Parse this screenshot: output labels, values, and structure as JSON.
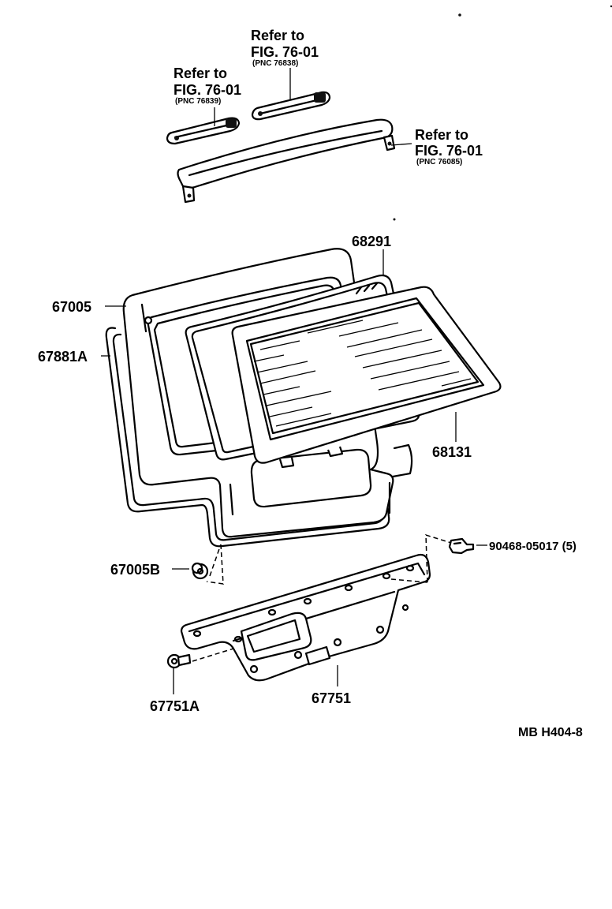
{
  "parts": {
    "p68291": "68291",
    "p67005": "67005",
    "p67881A": "67881A",
    "p68131": "68131",
    "p67005B": "67005B",
    "p90468": "90468-05017 (5)",
    "p67751A": "67751A",
    "p67751": "67751"
  },
  "refs": [
    {
      "line1": "Refer to",
      "line2": "FIG. 76-01",
      "pnc": "(PNC 76838)"
    },
    {
      "line1": "Refer to",
      "line2": "FIG. 76-01",
      "pnc": "(PNC 76839)"
    },
    {
      "line1": "Refer to",
      "line2": "FIG. 76-01",
      "pnc": "(PNC 76085)"
    }
  ],
  "diagram_code": "MB H404-8"
}
